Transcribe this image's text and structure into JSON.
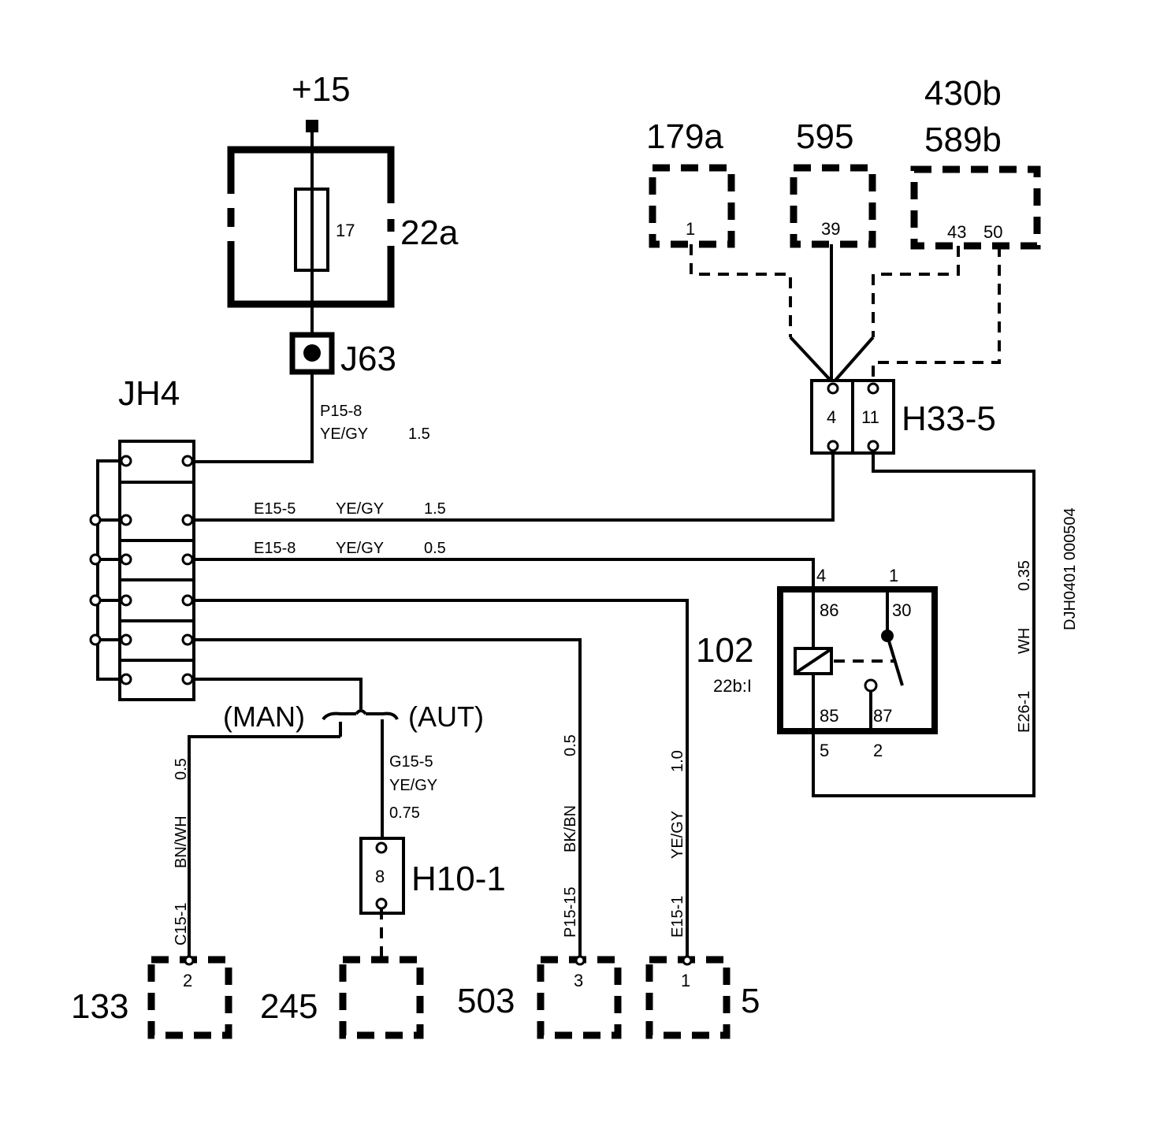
{
  "supply": {
    "label": "+15"
  },
  "fuse_box": {
    "ref": "22a",
    "fuse_number": "17"
  },
  "connectors": {
    "j63": "J63",
    "jh4": "JH4",
    "h33_5": {
      "ref": "H33-5",
      "pin_a": "4",
      "pin_b": "11"
    },
    "h10_1": {
      "ref": "H10-1",
      "pin": "8"
    }
  },
  "top_components": [
    {
      "ref": "179a",
      "pins": [
        "1"
      ]
    },
    {
      "ref": "595",
      "pins": [
        "39"
      ]
    },
    {
      "ref_line1": "430b",
      "ref_line2": "589b",
      "pins": [
        "43",
        "50"
      ]
    }
  ],
  "relay": {
    "ref": "102",
    "location": "22b:I",
    "pins": {
      "p86": "86",
      "p30": "30",
      "p85": "85",
      "p87": "87"
    },
    "terminals": {
      "t4": "4",
      "t1": "1",
      "t5": "5",
      "t2": "2"
    }
  },
  "wires": {
    "p15_8": {
      "id": "P15-8",
      "color": "YE/GY",
      "size": "1.5"
    },
    "e15_5": {
      "id": "E15-5",
      "color": "YE/GY",
      "size": "1.5"
    },
    "e15_8": {
      "id": "E15-8",
      "color": "YE/GY",
      "size": "0.5"
    },
    "g15_5": {
      "id": "G15-5",
      "color": "YE/GY",
      "size": "0.75"
    },
    "c15_1": {
      "id": "C15-1",
      "color": "BN/WH",
      "size": "0.5"
    },
    "p15_15": {
      "id": "P15-15",
      "color": "BK/BN",
      "size": "0.5"
    },
    "e15_1": {
      "id": "E15-1",
      "color": "YE/GY",
      "size": "1.0"
    },
    "e26_1": {
      "id": "E26-1",
      "color": "WH",
      "size": "0.35"
    }
  },
  "switch": {
    "man": "(MAN)",
    "aut": "(AUT)"
  },
  "bottom_components": [
    {
      "ref": "133",
      "pin": "2"
    },
    {
      "ref": "245",
      "pin": ""
    },
    {
      "ref": "503",
      "pin": "3"
    },
    {
      "ref": "5",
      "pin": "1"
    }
  ],
  "drawing_id": "DJH0401 000504"
}
